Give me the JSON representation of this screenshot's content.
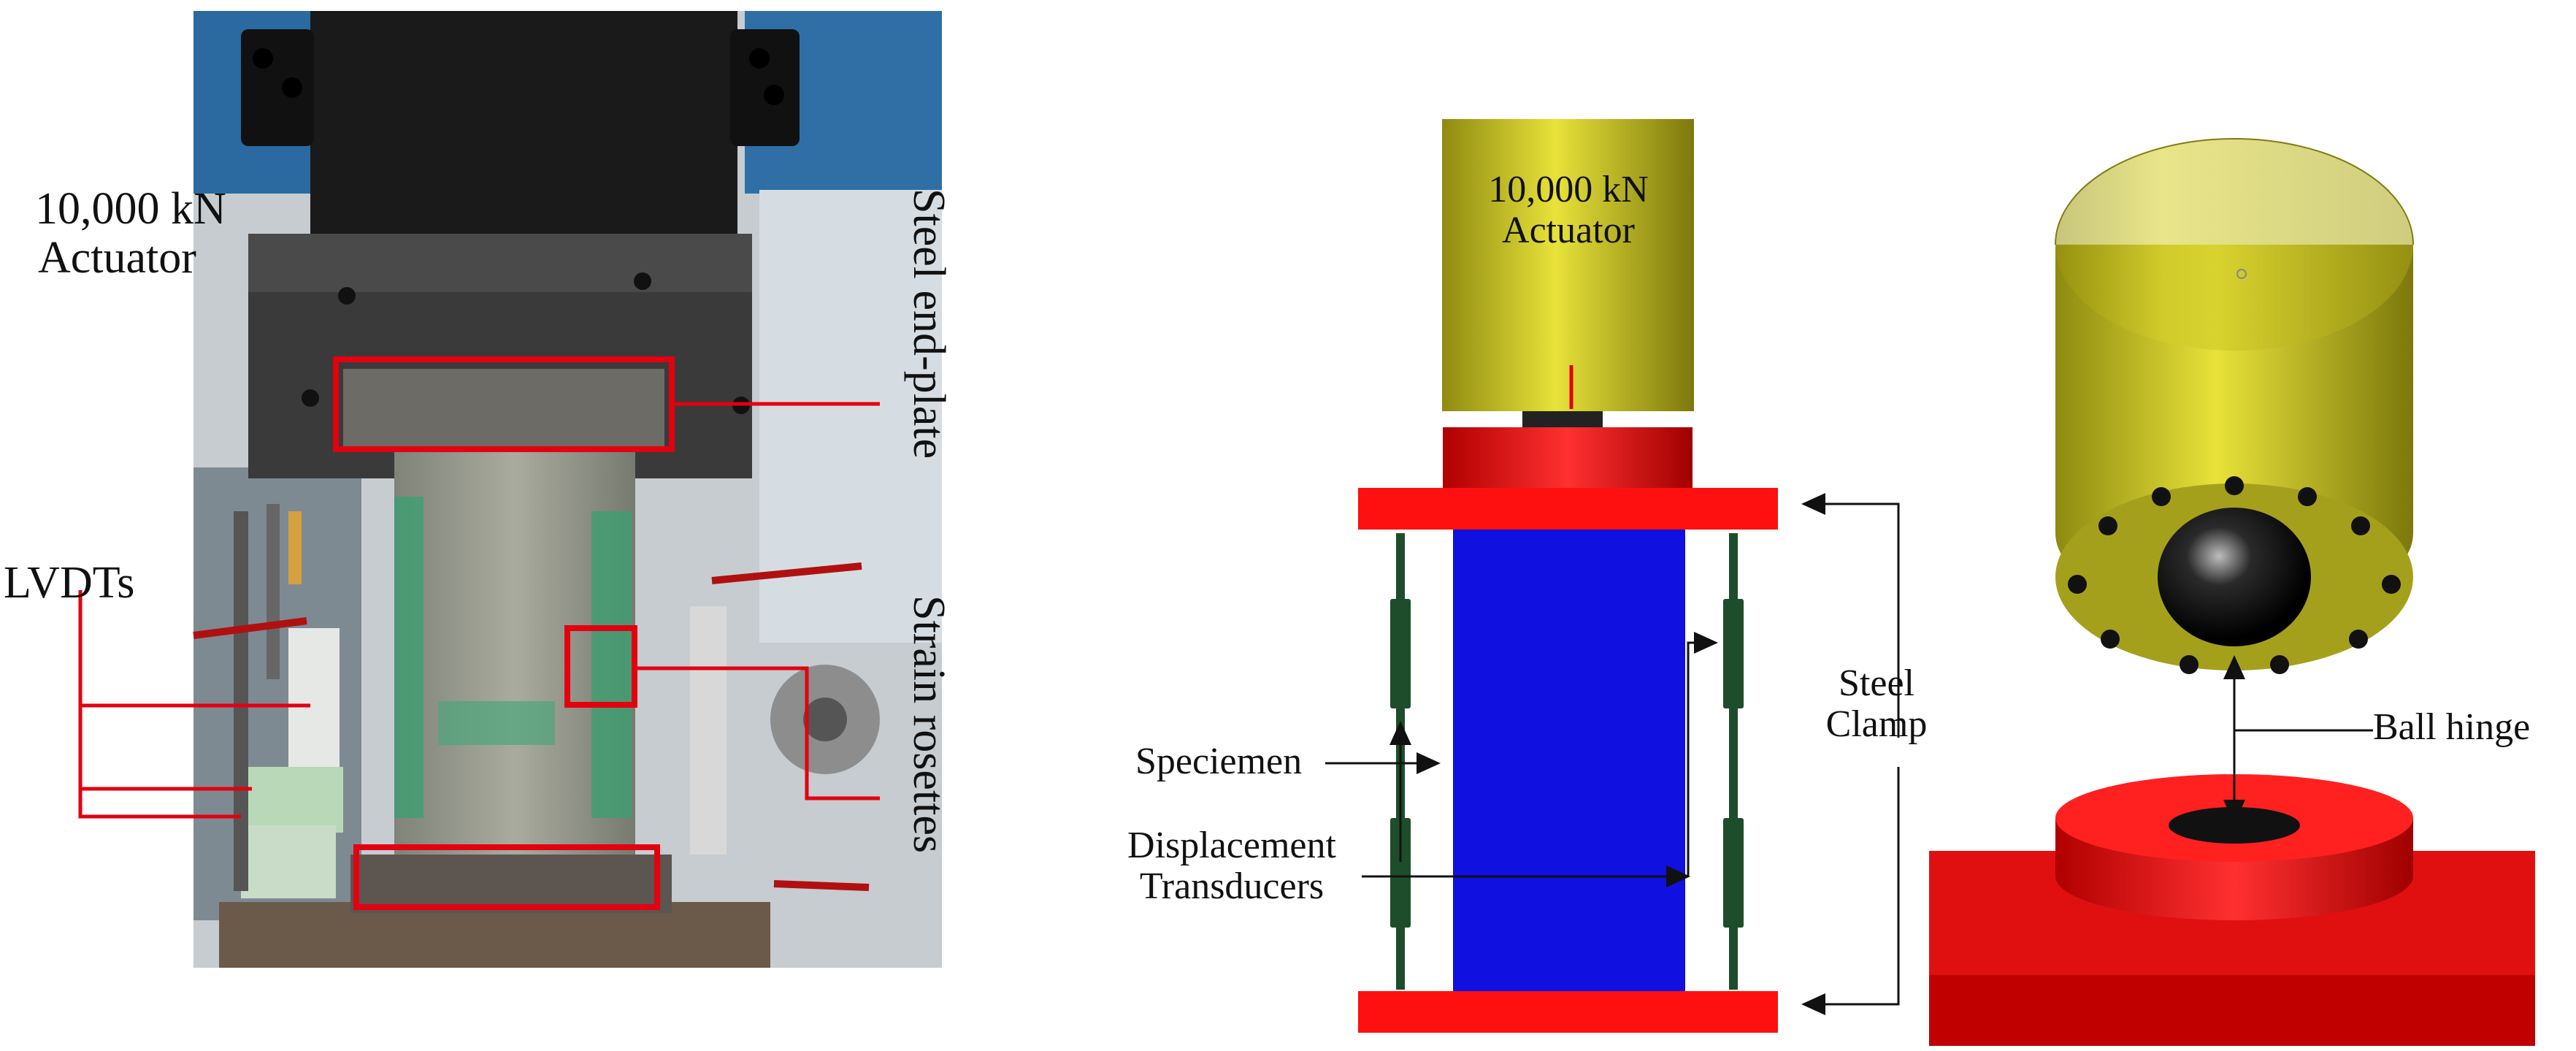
{
  "photo_panel": {
    "actuator_line1": "10,000 kN",
    "actuator_line2": "Actuator",
    "end_plate": "Steel end-plate",
    "strain": "Strain rosettes",
    "lvdts": "LVDTs"
  },
  "schematic_panel": {
    "actuator_line1": "10,000 kN",
    "actuator_line2": "Actuator",
    "clamp_line1": "Steel",
    "clamp_line2": "Clamp",
    "specimen": "Speciemen",
    "transducer_line1": "Displacement",
    "transducer_line2": "Transducers"
  },
  "model_panel": {
    "ball_hinge": "Ball hinge"
  },
  "colors": {
    "callout_red": "#e3000f",
    "steel_red": "#ff1010",
    "specimen_blue": "#1010e0",
    "actuator_olive": "#b8b418",
    "transducer_green": "#1d4d2a"
  }
}
